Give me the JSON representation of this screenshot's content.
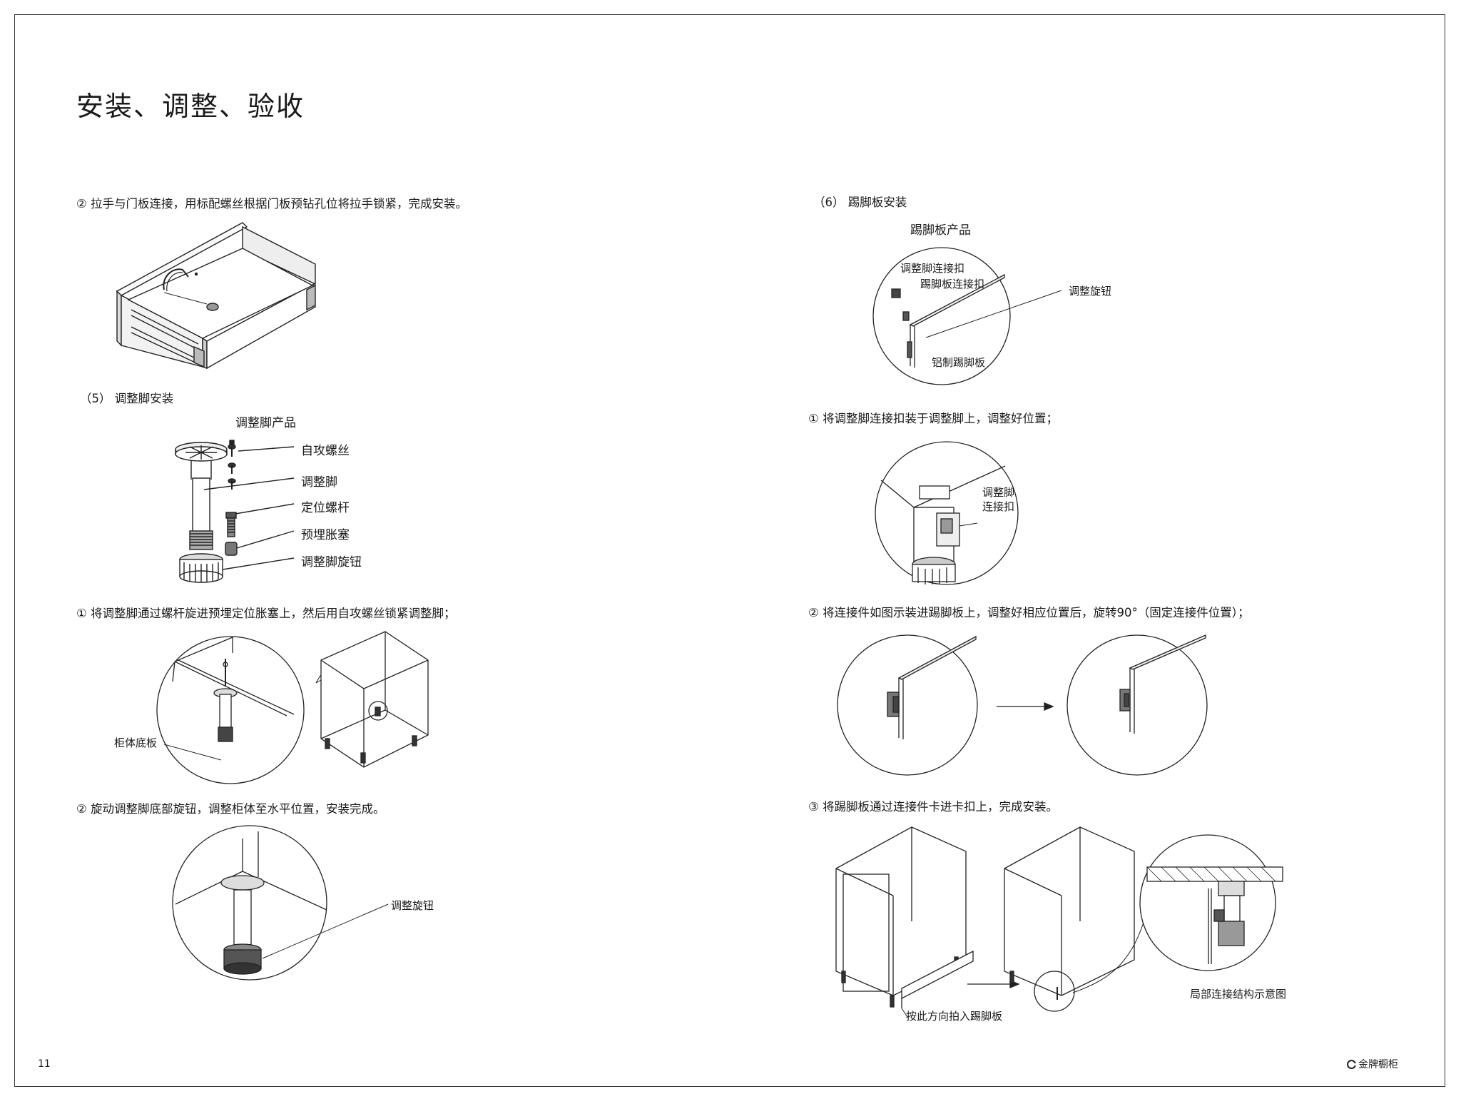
{
  "page": {
    "title": "安装、调整、验收",
    "page_number": "11",
    "brand": "金牌橱柜",
    "brand_logo_icon": "g-circle-logo"
  },
  "left": {
    "step_handle": "② 拉手与门板连接，用标配螺丝根据门板预钻孔位将拉手锁紧，完成安装。",
    "section5_title": "（5）  调整脚安装",
    "section5_product": "调整脚产品",
    "parts": [
      "自攻螺丝",
      "调整脚",
      "定位螺杆",
      "预埋胀塞",
      "调整脚旋钮"
    ],
    "step1": "① 将调整脚通过螺杆旋进预埋定位胀塞上，然后用自攻螺丝锁紧调整脚；",
    "cabinet_bottom_label": "柜体底板",
    "step2": "② 旋动调整脚底部旋钮，调整柜体至水平位置，安装完成。",
    "knob_label": "调整旋钮"
  },
  "right": {
    "section6_title": "（6）  踢脚板安装",
    "section6_product": "踢脚板产品",
    "kick_labels": {
      "foot_clip": "调整脚连接扣",
      "board_clip": "踢脚板连接扣",
      "knob": "调整旋钮",
      "alu_board": "铝制踢脚板"
    },
    "step1": "① 将调整脚连接扣装于调整脚上，调整好位置；",
    "clip_label_1": "调整脚",
    "clip_label_2": "连接扣",
    "step2": "② 将连接件如图示装进踢脚板上，调整好相应位置后，旋转90°（固定连接件位置）；",
    "step3": "③ 将踢脚板通过连接件卡进卡扣上，完成安装。",
    "direction_label": "按此方向拍入踢脚板",
    "detail_label": "局部连接结构示意图"
  }
}
